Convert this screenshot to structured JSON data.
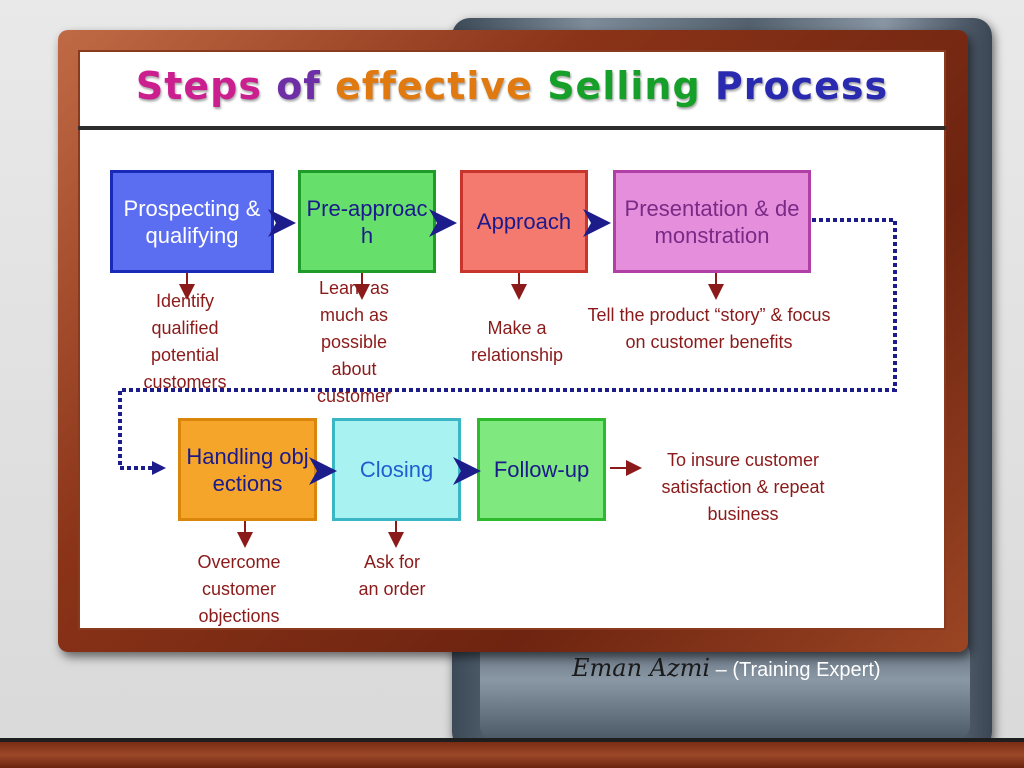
{
  "title": {
    "words": [
      {
        "text": "Steps",
        "color": "#cc1f8f"
      },
      {
        "text": "of",
        "color": "#6d2ea6"
      },
      {
        "text": "effective",
        "color": "#e07a10"
      },
      {
        "text": "Selling",
        "color": "#16a02a"
      },
      {
        "text": "Process",
        "color": "#2a2ab0"
      }
    ]
  },
  "steps": [
    {
      "label": "Prospecting & qualifying",
      "description": "Identify qualified potential customers",
      "fill": "#5b6df0",
      "text_color": "#ffffff",
      "border": "#1a2ab8"
    },
    {
      "label": "Pre-approach",
      "description": "Learn as much as possible about customer",
      "fill": "#66e06b",
      "text_color": "#1a1a8c",
      "border": "#1f9b2a"
    },
    {
      "label": "Approach",
      "description": "Make a relationship",
      "fill": "#f47a70",
      "text_color": "#1a1a8c",
      "border": "#c8352c"
    },
    {
      "label": "Presentation & demonstration",
      "description": "Tell the product “story” & focus on customer benefits",
      "fill": "#e58fdc",
      "text_color": "#7a2a86",
      "border": "#b03fa6"
    },
    {
      "label": "Handling objections",
      "description": "Overcome customer objections",
      "fill": "#f4a52a",
      "text_color": "#1a1a8c",
      "border": "#d9860a"
    },
    {
      "label": "Closing",
      "description": "Ask for an order",
      "fill": "#a9f2f2",
      "text_color": "#1f5fd0",
      "border": "#3bb6c4"
    },
    {
      "label": "Follow-up",
      "description": "To insure customer satisfaction & repeat business",
      "fill": "#7fe87f",
      "text_color": "#1a1a8c",
      "border": "#2dbb2d"
    }
  ],
  "footer": {
    "name": "Eman Azmi",
    "role": "– (Training Expert)"
  },
  "colors": {
    "arrow_chevron": "#1c1c8a",
    "desc_text": "#8b1a1a",
    "connector": "#1c1c8a",
    "board_border": "#8a3a1e"
  }
}
